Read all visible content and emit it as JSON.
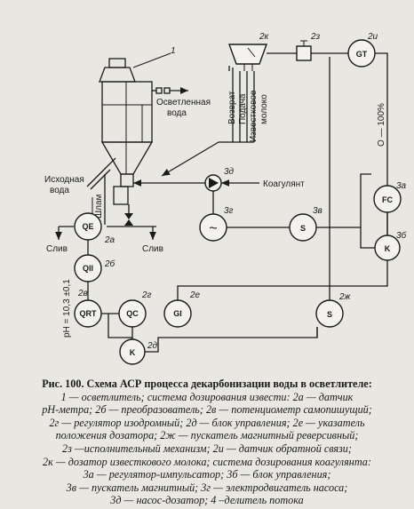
{
  "diagram": {
    "labels": {
      "clarified_water": [
        "Осветленная",
        "вода"
      ],
      "raw_water": [
        "Исходная",
        "вода"
      ],
      "sludge": "Шлам",
      "drain_left": "Слив",
      "drain_right": "Слив",
      "coagulant": "Коагулянт",
      "return": "Возврат",
      "feed": "Подача",
      "lime_milk": [
        "Известковое",
        "молоко"
      ],
      "range": "О — 100%",
      "ph": "pH = 10,3 ±0,1"
    },
    "tags": {
      "t1": "1",
      "t2a": "2а",
      "t2b": "2б",
      "t2v": "2в",
      "t2g": "2г",
      "t2d": "2д",
      "t2e": "2е",
      "t2zh": "2ж",
      "t2z": "2з",
      "t2i": "2и",
      "t2k": "2к",
      "t3a": "3а",
      "t3b": "3б",
      "t3v": "3в",
      "t3g": "3г",
      "t3d": "3д"
    },
    "instruments": {
      "qe": "QE",
      "qii": "QII",
      "qrt": "QRT",
      "qc": "QC",
      "k_2d": "K",
      "gi": "GI",
      "s_2zh": "S",
      "gt": "GT",
      "fc": "FC",
      "k_3b": "K",
      "s_3v": "S",
      "motor": "~"
    }
  },
  "caption": {
    "title": "Рис. 100. Схема АСР процесса декарбонизации воды в осветлителе:",
    "lines": [
      "1 — осветлитель; система дозирования извести: 2а — датчик",
      "рН-метра; 2б — преобразователь; 2в — потенциометр самопишущий;",
      "2г — регулятор изодромный; 2д — блок управления; 2е — указатель",
      "положения дозатора; 2ж — пускатель магнитный реверсивный;",
      "2з —исполнительный механизм; 2и — датчик обратной связи;",
      "2к — дозатор известкового молока; система дозирования коагулянта:",
      "3а — регулятор-импульсатор; 3б — блок управления;",
      "3в — пускатель магнитный; 3г — электродвигатель насоса;",
      "3д — насос-дозатор; 4 –делитель потока"
    ]
  }
}
